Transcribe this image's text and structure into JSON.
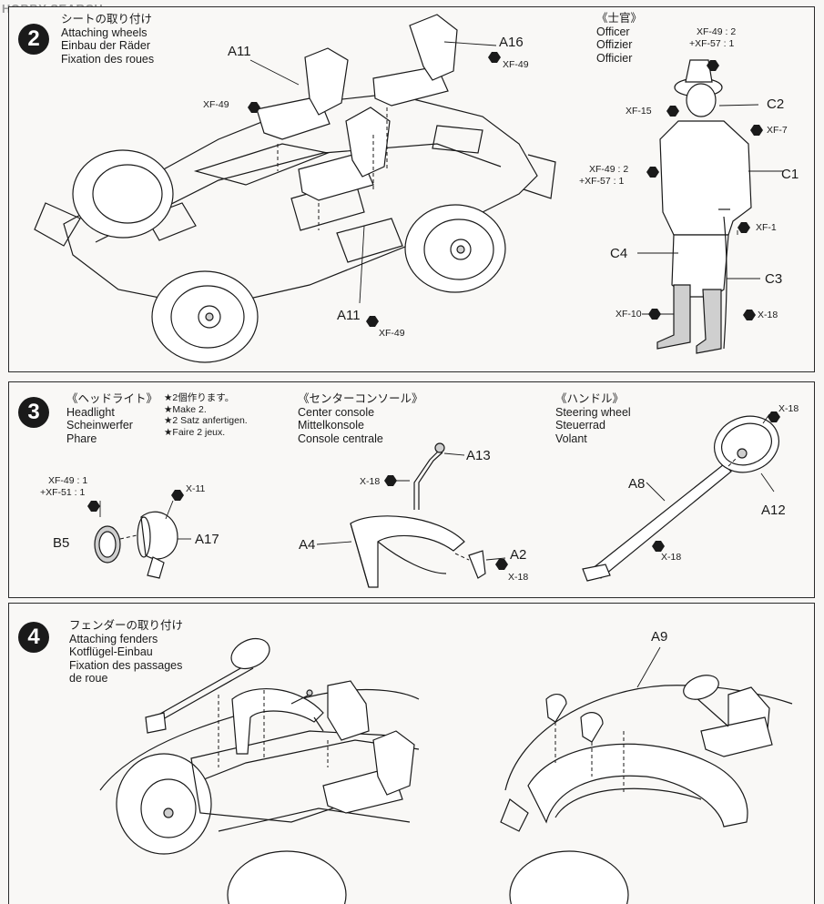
{
  "watermark": "HOBBY SEARCH",
  "step2": {
    "number": "2",
    "title_jp": "シートの取り付け",
    "title_en": "Attaching wheels",
    "title_de": "Einbau der Räder",
    "title_fr": "Fixation des roues",
    "parts": {
      "a11_top": "A11",
      "a16": "A16",
      "a11_bottom": "A11"
    },
    "paints": {
      "a11_top": "XF-49",
      "a16": "XF-49",
      "a11_bottom": "XF-49"
    },
    "officer": {
      "jp": "《士官》",
      "en": "Officer",
      "de": "Offizier",
      "fr": "Officier",
      "parts": [
        "C2",
        "C1",
        "C4",
        "C3"
      ],
      "paints": {
        "helmet_1": "XF-49 : 2",
        "helmet_2": "+XF-57 : 1",
        "face": "XF-15",
        "collar": "XF-7",
        "uniform_1": "XF-49 : 2",
        "uniform_2": "+XF-57 : 1",
        "stick": "XF-1",
        "boots": "XF-10",
        "cane": "X-18"
      }
    }
  },
  "step3": {
    "number": "3",
    "headlight": {
      "jp": "《ヘッドライト》",
      "en": "Headlight",
      "de": "Scheinwerfer",
      "fr": "Phare",
      "note_jp": "★2個作ります。",
      "note_en": "★Make 2.",
      "note_de": "★2 Satz anfertigen.",
      "note_fr": "★Faire 2 jeux.",
      "paint_1": "XF-49 : 1",
      "paint_2": "+XF-51 : 1",
      "paint_3": "X-11",
      "part_b5": "B5",
      "part_a17": "A17"
    },
    "console": {
      "jp": "《センターコンソール》",
      "en": "Center console",
      "de": "Mittelkonsole",
      "fr": "Console centrale",
      "part_a13": "A13",
      "part_a4": "A4",
      "part_a2": "A2",
      "paint_1": "X-18",
      "paint_2": "X-18"
    },
    "wheel": {
      "jp": "《ハンドル》",
      "en": "Steering wheel",
      "de": "Steuerrad",
      "fr": "Volant",
      "part_a8": "A8",
      "part_a12": "A12",
      "paint_1": "X-18",
      "paint_2": "X-18"
    }
  },
  "step4": {
    "number": "4",
    "title_jp": "フェンダーの取り付け",
    "title_en": "Attaching fenders",
    "title_de": "Kotflügel-Einbau",
    "title_fr1": "Fixation des passages",
    "title_fr2": "de roue",
    "part_a9": "A9"
  }
}
